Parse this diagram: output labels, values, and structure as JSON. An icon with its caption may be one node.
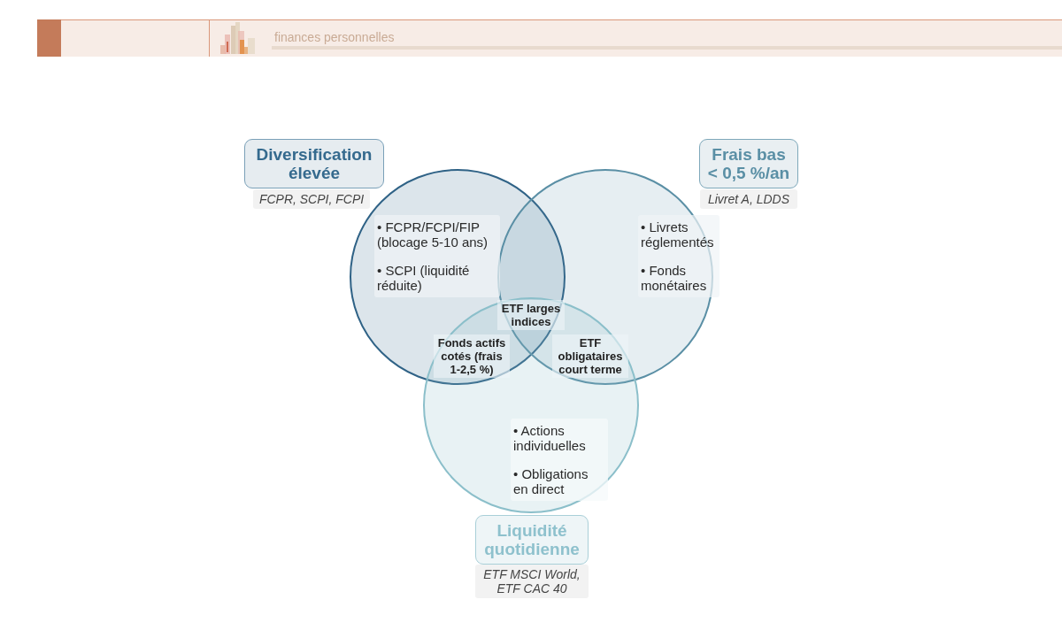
{
  "diagram": {
    "nodes": [
      {
        "text": [
          "Diversification élevée"
        ],
        "beside": [
          "FCPR, SCPI, FCPI"
        ]
      },
      {
        "text": [
          "Frais bas < 0,5 %/an"
        ],
        "beside": [
          "Livret A, LDDS"
        ]
      },
      {
        "text": [
          "• FCPR/FCPI/FIP (blocage 5-10 ans)",
          "• SCPI (liquidité réduite)"
        ]
      },
      {
        "text": [
          "• Livrets réglementés",
          "• Fonds monétaires"
        ]
      },
      {
        "text": [
          "ETF larges indices"
        ]
      },
      {
        "text": [
          "Fonds actifs cotés (frais 1-2,5 %)"
        ]
      },
      {
        "text": [
          "ETF obligataires court terme"
        ]
      },
      {
        "text": [
          "• Actions individuelles",
          "• Obligations en direct"
        ]
      },
      {
        "text": [
          "Liquidité quotidienne"
        ],
        "beside": [
          "ETF MSCI World, ETF CAC 40"
        ]
      }
    ],
    "labels": [
      "finances personnelles"
    ]
  }
}
